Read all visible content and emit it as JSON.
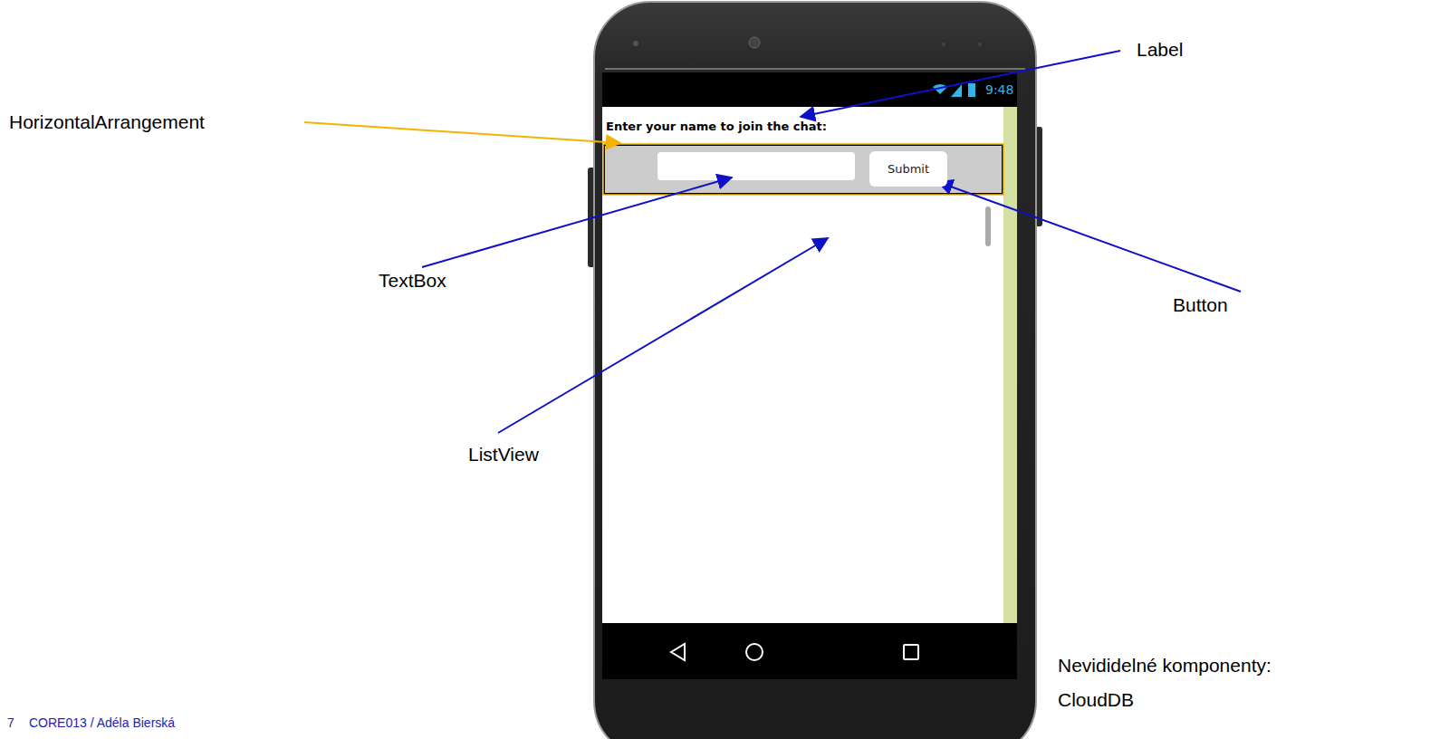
{
  "diagram": {
    "nodes": [
      {
        "text": [
          "Submit"
        ]
      }
    ],
    "labels": [
      "Label",
      "9:48",
      "HorizontalArrangement",
      "Enter your name to join the chat:",
      "TextBox",
      "Button",
      "ListView",
      "Nevididelné komponenty: CloudDB",
      "7",
      "CORE013 / Adéla Bierská"
    ]
  }
}
